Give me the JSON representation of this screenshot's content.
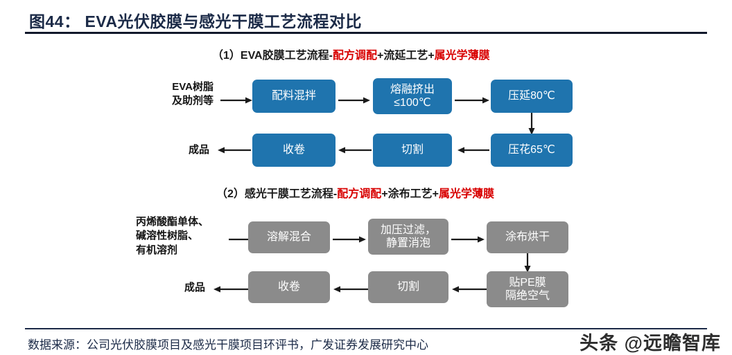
{
  "title": "图44： EVA光伏胶膜与感光干膜工艺流程对比",
  "sections": [
    {
      "id": "eva",
      "subtitle_parts": [
        {
          "text": "（1）EVA胶膜工艺流程-",
          "color": "#1a1a1a"
        },
        {
          "text": "配方调配",
          "color": "#d80000"
        },
        {
          "text": "+流延工艺+",
          "color": "#1a1a1a"
        },
        {
          "text": "属光学薄膜",
          "color": "#d80000"
        }
      ],
      "input_label": "EVA树脂\n及助剂等",
      "output_label": "成品",
      "box_color": "#1F74AE",
      "boxes": [
        {
          "name": "mix",
          "label": "配料混拌"
        },
        {
          "name": "melt-extrude",
          "label": "熔融挤出\n≤100℃"
        },
        {
          "name": "calender",
          "label": "压延80℃"
        },
        {
          "name": "emboss",
          "label": "压花65℃"
        },
        {
          "name": "cut",
          "label": "切割"
        },
        {
          "name": "rewind",
          "label": "收卷"
        }
      ]
    },
    {
      "id": "dryfilm",
      "subtitle_parts": [
        {
          "text": "（2）感光干膜工艺流程-",
          "color": "#1a1a1a"
        },
        {
          "text": "配方调配",
          "color": "#d80000"
        },
        {
          "text": "+涂布工艺+",
          "color": "#1a1a1a"
        },
        {
          "text": "属光学薄膜",
          "color": "#d80000"
        }
      ],
      "input_label": "丙烯酸酯单体、\n碱溶性树脂、\n有机溶剂",
      "output_label": "成品",
      "box_color": "#8B8B8B",
      "boxes": [
        {
          "name": "dissolve-mix",
          "label": "溶解混合"
        },
        {
          "name": "pressure-filter",
          "label": "加压过滤，\n静置消泡"
        },
        {
          "name": "coat-dry",
          "label": "涂布烘干"
        },
        {
          "name": "pe-film",
          "label": "贴PE膜\n隔绝空气"
        },
        {
          "name": "cut",
          "label": "切割"
        },
        {
          "name": "rewind",
          "label": "收卷"
        }
      ]
    }
  ],
  "footer": {
    "source": "数据来源：公司光伏胶膜项目及感光干膜项目环评书，广发证券发展研究中心",
    "watermark": "头条 @远瞻智库"
  },
  "colors": {
    "eva_box": "#1F74AE",
    "dryfilm_box": "#8B8B8B",
    "accent_red": "#d80000",
    "title_navy": "#1b2a47"
  }
}
